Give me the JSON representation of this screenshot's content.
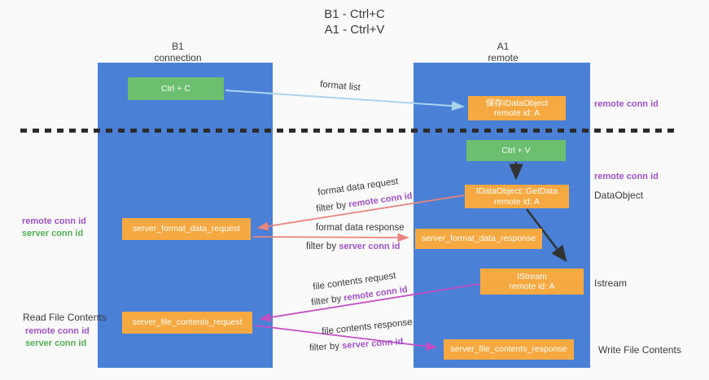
{
  "title": {
    "line1": "B1 - Ctrl+C",
    "line2": "A1 - Ctrl+V"
  },
  "columns": {
    "left": {
      "title": "B1",
      "subtitle": "connection"
    },
    "right": {
      "title": "A1",
      "subtitle": "remote"
    }
  },
  "nodes": {
    "ctrl_c": {
      "label": "Ctrl + C"
    },
    "save_idataobject": {
      "line1": "保存IDataObject",
      "line2": "remote id: A"
    },
    "ctrl_v": {
      "label": "Ctrl + V"
    },
    "getdata": {
      "line1": "IDataObject::GetData",
      "line2": "remote id: A"
    },
    "server_format_data_request": {
      "label": "server_format_data_request"
    },
    "server_format_data_response": {
      "label": "server_format_data_response"
    },
    "istream": {
      "line1": "IStream",
      "line2": "remote id: A"
    },
    "server_file_contents_request": {
      "label": "server_file_contents_request"
    },
    "server_file_contents_response": {
      "label": "server_file_contents_response"
    }
  },
  "side_labels": {
    "right_remote_conn_id_top": "remote conn id",
    "right_remote_conn_id_mid": "remote conn id",
    "dataobject": "DataObject",
    "istream": "Istream",
    "write_file_contents": "Write File Contents",
    "read_file_contents": "Read File Contents",
    "left_remote_conn_id_1": "remote conn id",
    "left_server_conn_id_1": "server conn id",
    "left_remote_conn_id_2": "remote conn id",
    "left_server_conn_id_2": "server conn id"
  },
  "arrow_labels": {
    "format_list": "format list",
    "format_data_request": "format data request",
    "format_data_response": "format data response",
    "file_contents_request": "file contents request",
    "file_contents_response": "file contents response",
    "filter_by": "filter by ",
    "remote_conn_id_a": "remote conn id",
    "server_conn_id_a": "server conn id",
    "remote_conn_id_b": "remote conn id",
    "server_conn_id_b": "server conn id"
  },
  "colors": {
    "column_blue": "#4a80d5",
    "node_green": "#6dbf70",
    "node_orange": "#f7a941",
    "arrow_lightblue": "#a9d4f0",
    "arrow_salmon": "#e8837f",
    "arrow_magenta": "#c44fc4",
    "arrow_black": "#333333",
    "label_purple": "#a052c8",
    "label_green": "#51af53",
    "dash_black": "#2b2b2b",
    "background": "#fafafa"
  }
}
